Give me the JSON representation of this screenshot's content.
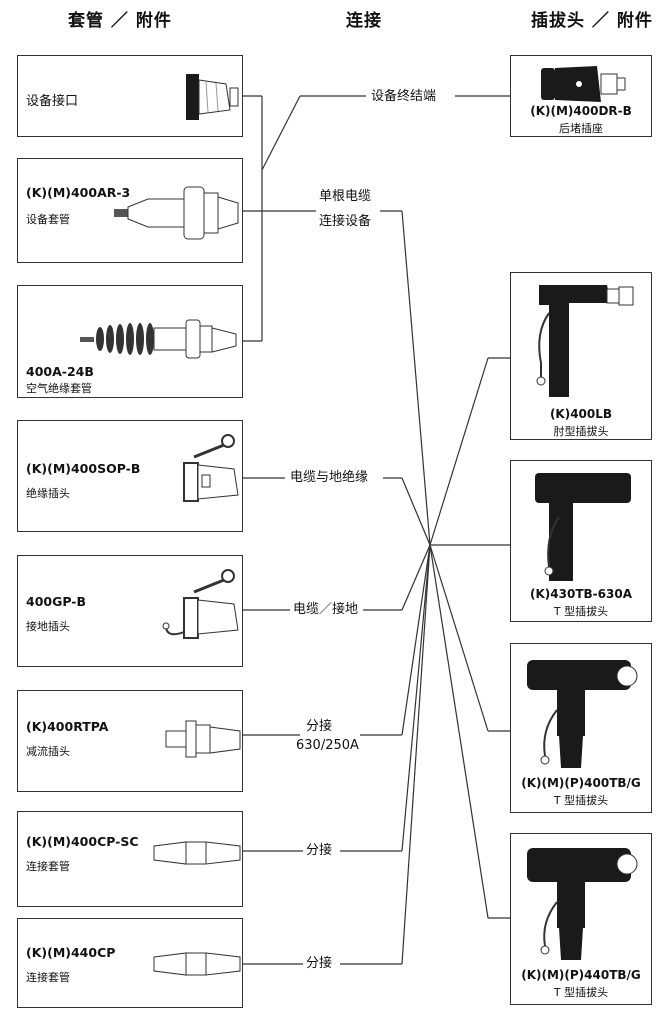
{
  "headers": {
    "left": "套管 ／ 附件",
    "middle": "连接",
    "right": "插拔头 ／ 附件"
  },
  "left_items": [
    {
      "part": "",
      "desc": "设备接口",
      "icon": "bushing-well-icon"
    },
    {
      "part": "(K)(M)400AR-3",
      "desc": "设备套管",
      "icon": "apparatus-bushing-icon"
    },
    {
      "part": "400A-24B",
      "desc": "空气绝缘套管",
      "icon": "air-insulated-bushing-icon"
    },
    {
      "part": "(K)(M)400SOP-B",
      "desc": "绝缘插头",
      "icon": "insulating-plug-icon"
    },
    {
      "part": "400GP-B",
      "desc": "接地插头",
      "icon": "grounding-plug-icon"
    },
    {
      "part": "(K)400RTPA",
      "desc": "减流插头",
      "icon": "reducing-tap-plug-icon"
    },
    {
      "part": "(K)(M)400CP-SC",
      "desc": "连接套管",
      "icon": "connecting-plug-icon"
    },
    {
      "part": "(K)(M)440CP",
      "desc": "连接套管",
      "icon": "connecting-plug-icon"
    }
  ],
  "connection_labels": {
    "equipment_termination": "设备终结端",
    "single_cable": [
      "单根电缆",
      "连接设备"
    ],
    "cable_insulation": "电缆与地绝缘",
    "cable_ground": "电缆／接地",
    "tap": [
      "分接",
      "630/250A"
    ],
    "tap2": "分接",
    "tap3": "分接"
  },
  "right_items": [
    {
      "part": "(K)(M)400DR-B",
      "desc": "后堵插座",
      "icon": "dead-end-receptacle-icon"
    },
    {
      "part": "(K)400LB",
      "desc": "肘型插拔头",
      "icon": "elbow-connector-icon"
    },
    {
      "part": "(K)430TB-630A",
      "desc": "T 型插拔头",
      "icon": "t-connector-icon"
    },
    {
      "part": "(K)(M)(P)400TB/G",
      "desc": "T  型插拔头",
      "icon": "t-connector-icon"
    },
    {
      "part": "(K)(M)(P)440TB/G",
      "desc": "T  型插拔头",
      "icon": "t-connector-icon"
    }
  ],
  "colors": {
    "line": "#333333",
    "box_border": "#333333",
    "part_fill": "#1a1a1a"
  }
}
